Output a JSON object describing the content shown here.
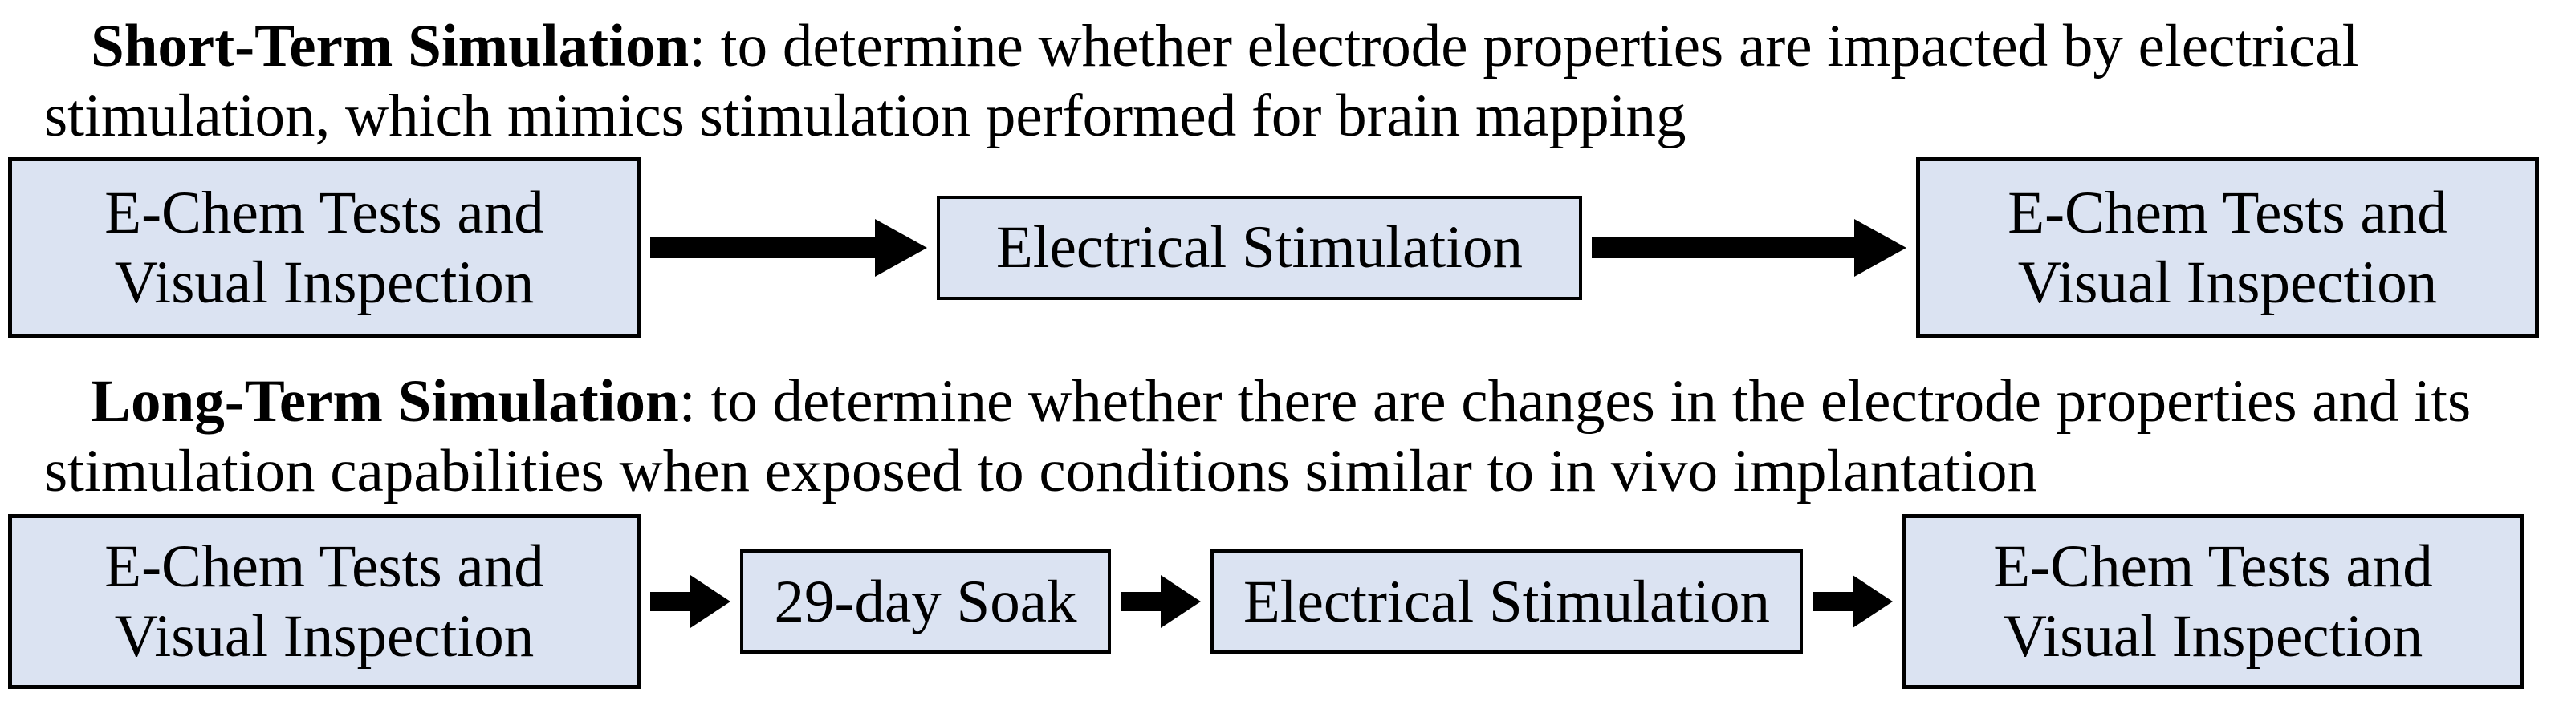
{
  "colors": {
    "box_fill": "#dbe3f2",
    "box_border": "#000000",
    "arrow": "#000000",
    "text": "#000000"
  },
  "short_term": {
    "heading": {
      "bold": "Short-Term Simulation",
      "line1_rest": ": to determine whether electrode properties are impacted by electrical",
      "line2": "stimulation, which mimics stimulation performed for brain mapping"
    },
    "flow": [
      {
        "label_lines": [
          "E-Chem Tests and",
          "Visual Inspection"
        ]
      },
      {
        "label_lines": [
          "Electrical Stimulation"
        ]
      },
      {
        "label_lines": [
          "E-Chem Tests and",
          "Visual Inspection"
        ]
      }
    ]
  },
  "long_term": {
    "heading": {
      "bold": "Long-Term Simulation",
      "line1_rest": ": to determine whether there are changes in the electrode properties and its",
      "line2": "stimulation capabilities when exposed to conditions similar to in vivo implantation"
    },
    "flow": [
      {
        "label_lines": [
          "E-Chem Tests and",
          "Visual Inspection"
        ]
      },
      {
        "label_lines": [
          "29-day Soak"
        ]
      },
      {
        "label_lines": [
          "Electrical Stimulation"
        ]
      },
      {
        "label_lines": [
          "E-Chem Tests and",
          "Visual Inspection"
        ]
      }
    ]
  }
}
